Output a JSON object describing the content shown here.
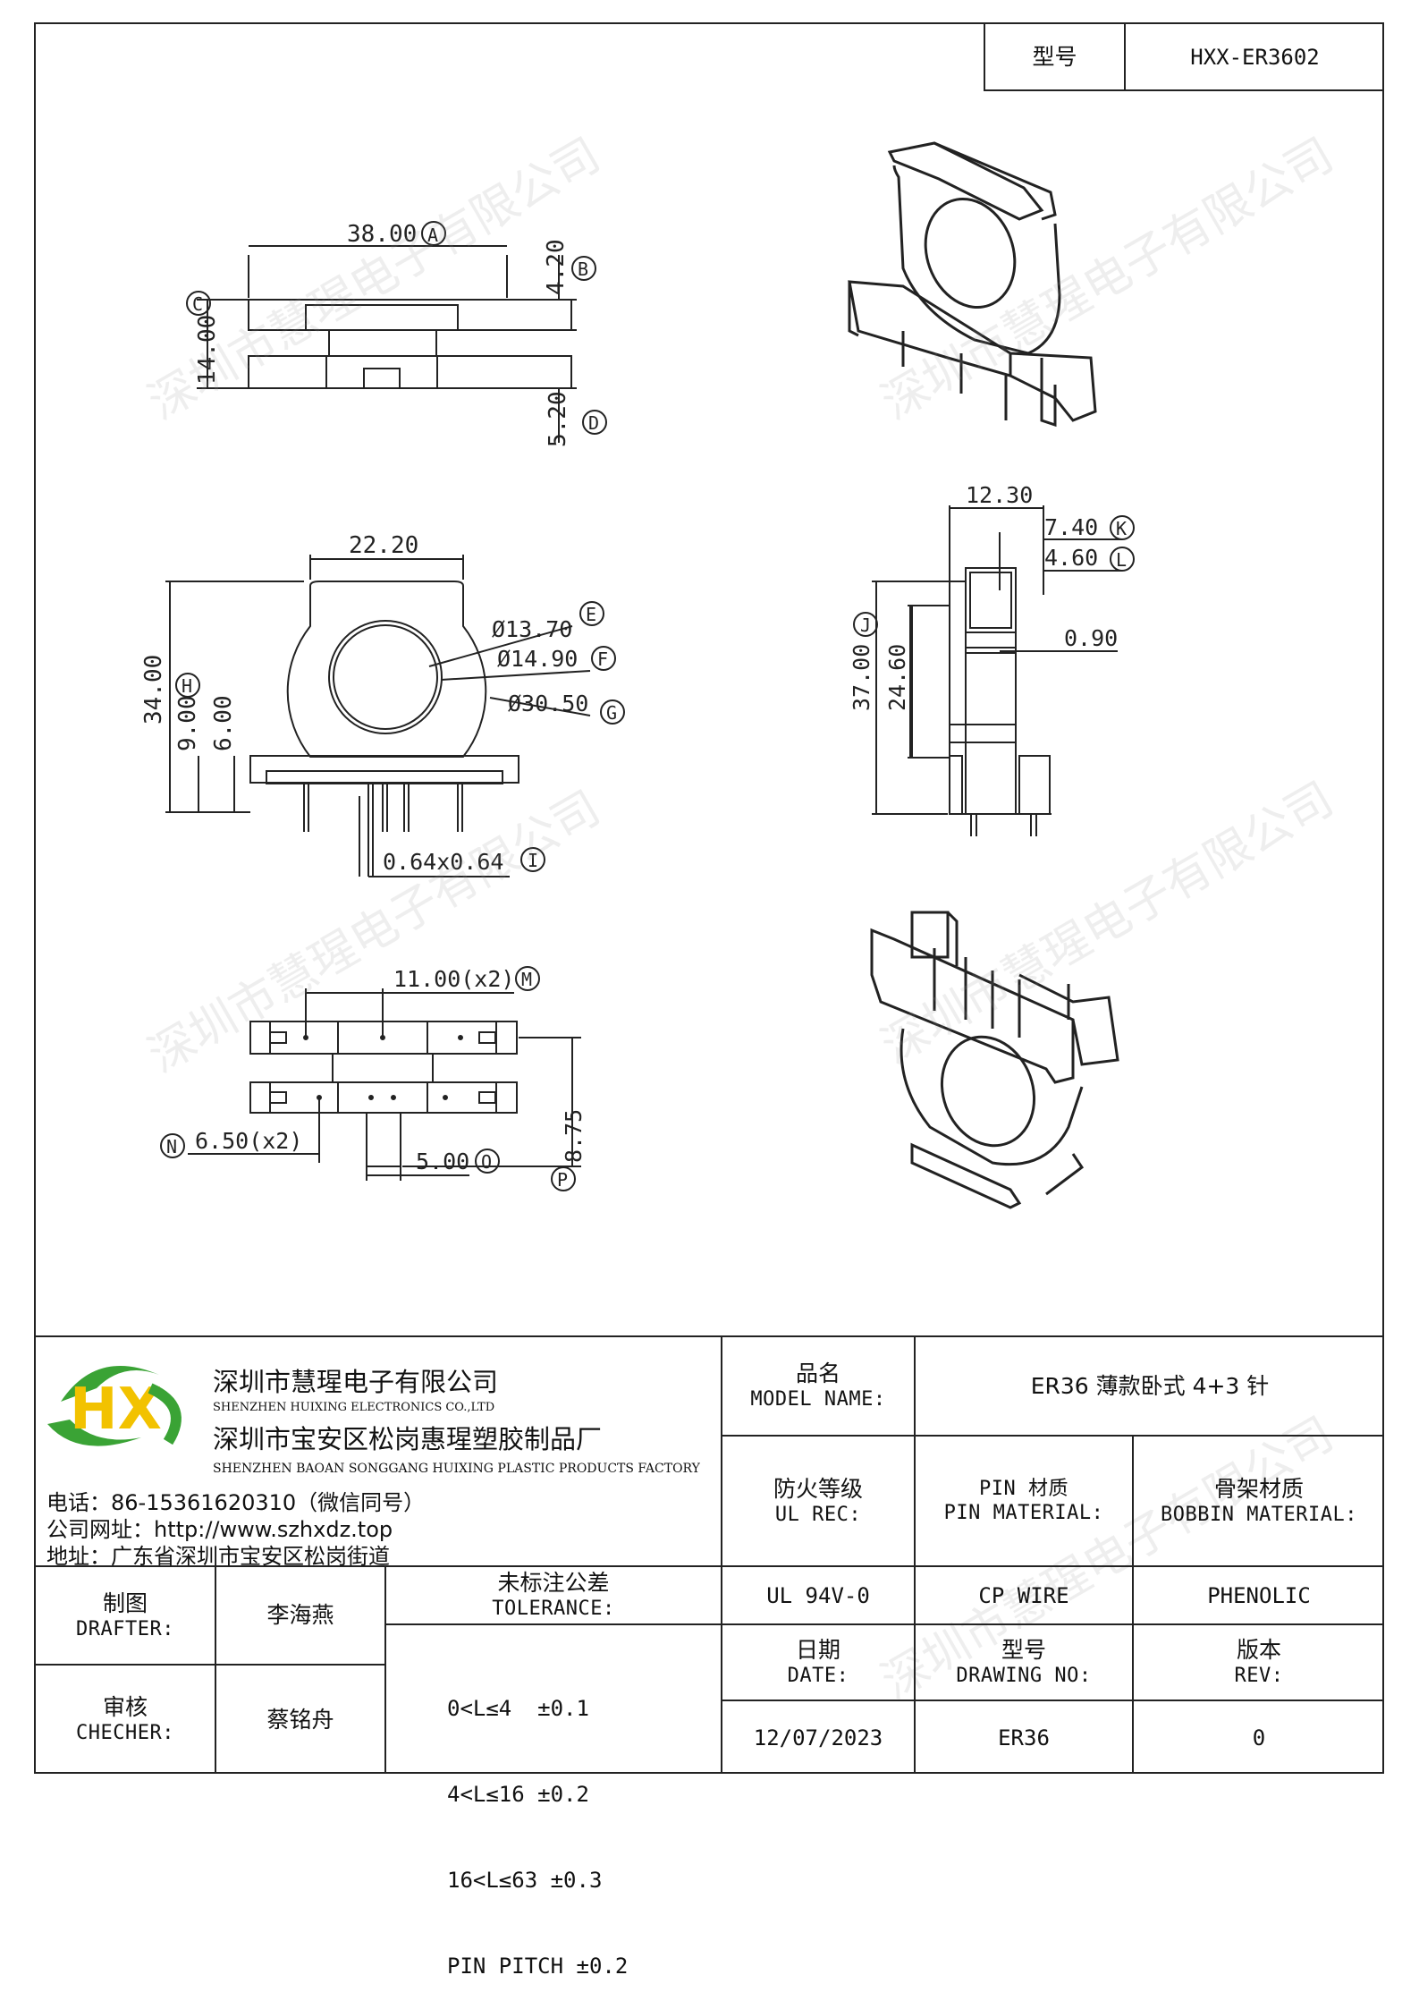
{
  "header": {
    "model_label": "型号",
    "model_value": "HXX-ER3602"
  },
  "dims": {
    "A": "38.00",
    "A_tag": "A",
    "B": "4.20",
    "B_tag": "B",
    "C": "14.00",
    "C_tag": "C",
    "D": "5.20",
    "D_tag": "D",
    "width2": "22.20",
    "E": "Ø13.70",
    "E_tag": "E",
    "F": "Ø14.90",
    "F_tag": "F",
    "G": "Ø30.50",
    "G_tag": "G",
    "height34": "34.00",
    "H": "9.00",
    "H_tag": "H",
    "h6": "6.00",
    "I": "0.64x0.64",
    "I_tag": "I",
    "s1230": "12.30",
    "K": "7.40",
    "K_tag": "K",
    "L": "4.60",
    "L_tag": "L",
    "J": "37.00",
    "J_tag": "J",
    "s2460": "24.60",
    "s090": "0.90",
    "M": "11.00(x2)",
    "M_tag": "M",
    "N": "6.50(x2)",
    "N_tag": "N",
    "O": "5.00",
    "O_tag": "O",
    "P": "8.75",
    "P_tag": "P"
  },
  "watermark": "深圳市慧瑆电子有限公司",
  "company": {
    "logo_letters": "HX",
    "name_cn": "深圳市慧瑆电子有限公司",
    "name_en": "SHENZHEN HUIXING ELECTRONICS CO.,LTD",
    "factory_cn": "深圳市宝安区松岗惠瑆塑胶制品厂",
    "factory_en": "SHENZHEN BAOAN SONGGANG HUIXING PLASTIC PRODUCTS FACTORY",
    "phone": "电话：86-15361620310（微信同号）",
    "website": "公司网址：http://www.szhxdz.top",
    "address": "地址：广东省深圳市宝安区松岗街道"
  },
  "title_block": {
    "model_name_cn": "品名",
    "model_name_en": "MODEL NAME:",
    "model_name_value": "ER36 薄款卧式 4+3 针",
    "ul_cn": "防火等级",
    "ul_en": "UL REC:",
    "pin_cn": "PIN 材质",
    "pin_en": "PIN MATERIAL:",
    "bobbin_cn": "骨架材质",
    "bobbin_en": "BOBBIN MATERIAL:",
    "ul_value": "UL 94V-0",
    "pin_value": "CP WIRE",
    "bobbin_value": "PHENOLIC",
    "drafter_cn": "制图",
    "drafter_en": "DRAFTER:",
    "drafter_value": "李海燕",
    "checker_cn": "审核",
    "checker_en": "CHECHER:",
    "checker_value": "蔡铭舟",
    "tolerance_cn": "未标注公差",
    "tolerance_en": "TOLERANCE:",
    "tolerance_lines": [
      "0<L≤4  ±0.1",
      "4<L≤16 ±0.2",
      "16<L≤63 ±0.3",
      "PIN PITCH ±0.2"
    ],
    "date_cn": "日期",
    "date_en": "DATE:",
    "date_value": "12/07/2023",
    "drawing_cn": "型号",
    "drawing_en": "DRAWING NO:",
    "drawing_value": "ER36",
    "rev_cn": "版本",
    "rev_en": "REV:",
    "rev_value": "0"
  },
  "colors": {
    "line": "#222222",
    "logo_green": "#3aa335",
    "logo_yellow": "#f2c200"
  }
}
